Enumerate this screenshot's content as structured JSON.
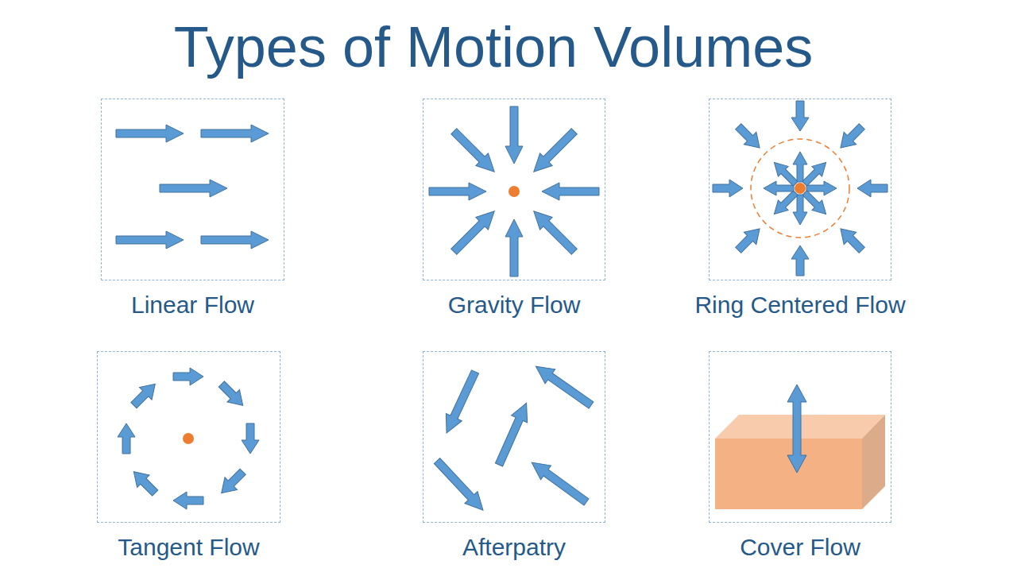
{
  "diagram": {
    "title": "Types of Motion Volumes",
    "nodes": [
      {
        "text": [
          "Linear Flow"
        ]
      },
      {
        "text": [
          "Gravity Flow"
        ]
      },
      {
        "text": [
          "Ring Centered Flow"
        ]
      },
      {
        "text": [
          "Tangent Flow"
        ]
      },
      {
        "text": [
          "Afterpatry"
        ]
      },
      {
        "text": [
          "Cover Flow"
        ]
      }
    ]
  }
}
